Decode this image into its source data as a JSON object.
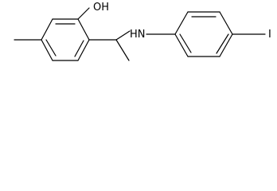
{
  "molecule": {
    "atoms": {
      "oh": "OH",
      "nh": "HN",
      "iodine": "I"
    },
    "colors": {
      "bond": "#000000",
      "label": "#000000",
      "background": "#ffffff"
    }
  }
}
